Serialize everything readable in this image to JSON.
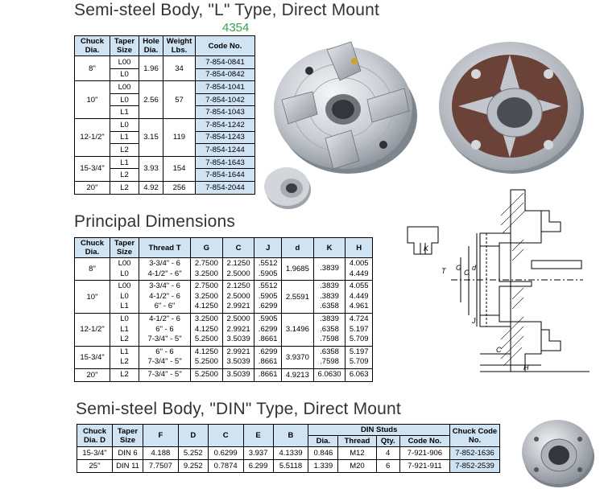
{
  "stamp": "4354",
  "section_l": {
    "title": "Semi-steel Body, \"L\" Type, Direct  Mount",
    "headers": [
      "Chuck Dia.",
      "Taper Size",
      "Hole Dia.",
      "Weight Lbs.",
      "Code No."
    ],
    "rows": [
      {
        "dia": "8\"",
        "tapers": [
          "L00",
          "L0"
        ],
        "hole": "1.96",
        "weight": "34",
        "codes": [
          "7-854-0841",
          "7-854-0842"
        ]
      },
      {
        "dia": "10\"",
        "tapers": [
          "L00",
          "L0",
          "L1"
        ],
        "hole": "2.56",
        "weight": "57",
        "codes": [
          "7-854-1041",
          "7-854-1042",
          "7-854-1043"
        ]
      },
      {
        "dia": "12-1/2\"",
        "tapers": [
          "L0",
          "L1",
          "L2"
        ],
        "hole": "3.15",
        "weight": "119",
        "codes": [
          "7-854-1242",
          "7-854-1243",
          "7-854-1244"
        ]
      },
      {
        "dia": "15-3/4\"",
        "tapers": [
          "L1",
          "L2"
        ],
        "hole": "3.93",
        "weight": "154",
        "codes": [
          "7-854-1643",
          "7-854-1644"
        ]
      },
      {
        "dia": "20\"",
        "tapers": [
          "L2"
        ],
        "hole": "4.92",
        "weight": "256",
        "codes": [
          "7-854-2044"
        ]
      }
    ]
  },
  "section_dims": {
    "title": "Principal Dimensions",
    "headers": [
      "Chuck Dia.",
      "Taper Size",
      "Thread T",
      "G",
      "C",
      "J",
      "d",
      "K",
      "H"
    ],
    "rows": [
      {
        "dia": "8\"",
        "tapers": [
          "L00",
          "L0"
        ],
        "thread": [
          "3-3/4\" - 6",
          "4-1/2\" - 6\""
        ],
        "g": [
          "2.7500",
          "3.2500"
        ],
        "c": [
          "2.1250",
          "2.5000"
        ],
        "j": [
          ".5512",
          ".5905"
        ],
        "d": "1.9685",
        "k": [
          ".3839"
        ],
        "h": [
          "4.005",
          "4.449"
        ]
      },
      {
        "dia": "10\"",
        "tapers": [
          "L00",
          "L0",
          "L1"
        ],
        "thread": [
          "3-3/4\" - 6",
          "4-1/2\" - 6",
          "6\" - 6\""
        ],
        "g": [
          "2.7500",
          "3.2500",
          "4.1250"
        ],
        "c": [
          "2.1250",
          "2.5000",
          "2.9921"
        ],
        "j": [
          ".5512",
          ".5905",
          ".6299"
        ],
        "d": "2.5591",
        "k": [
          ".3839",
          ".3839",
          ".6358"
        ],
        "h": [
          "4.055",
          "4.449",
          "4.961"
        ]
      },
      {
        "dia": "12-1/2\"",
        "tapers": [
          "L0",
          "L1",
          "L2"
        ],
        "thread": [
          "4-1/2\" - 6",
          "6\" - 6",
          "7-3/4\" - 5\""
        ],
        "g": [
          "3.2500",
          "4.1250",
          "5.2500"
        ],
        "c": [
          "2.5000",
          "2.9921",
          "3.5039"
        ],
        "j": [
          ".5905",
          ".6299",
          ".8661"
        ],
        "d": "3.1496",
        "k": [
          ".3839",
          ".6358",
          ".7598"
        ],
        "h": [
          "4.724",
          "5.197",
          "5.709"
        ]
      },
      {
        "dia": "15-3/4\"",
        "tapers": [
          "L1",
          "L2"
        ],
        "thread": [
          "6\" - 6",
          "7-3/4\" - 5\""
        ],
        "g": [
          "4.1250",
          "5.2500"
        ],
        "c": [
          "2.9921",
          "3.5039"
        ],
        "j": [
          ".6299",
          ".8661"
        ],
        "d": "3.9370",
        "k": [
          ".6358",
          ".7598"
        ],
        "h": [
          "5.197",
          "5.709"
        ]
      },
      {
        "dia": "20\"",
        "tapers": [
          "L2"
        ],
        "thread": [
          "7-3/4\" - 5\""
        ],
        "g": [
          "5.2500"
        ],
        "c": [
          "3.5039"
        ],
        "j": [
          ".8661"
        ],
        "d": "4.9213",
        "k": [
          "6.0630"
        ],
        "h": [
          "6.063"
        ]
      }
    ]
  },
  "section_din": {
    "title": "Semi-steel Body, \"DIN\" Type, Direct  Mount",
    "headers": {
      "dia": "Chuck Dia. D",
      "taper": "Taper Size",
      "f": "F",
      "d": "D",
      "c": "C",
      "e": "E",
      "b": "B",
      "studs": "DIN Studs",
      "studs_dia": "Dia.",
      "studs_thread": "Thread",
      "studs_qty": "Qty.",
      "studs_code": "Code No.",
      "chuck_code": "Chuck Code No."
    },
    "rows": [
      {
        "dia": "15-3/4\"",
        "taper": "DIN 6",
        "f": "4.188",
        "d": "5.252",
        "c": "0.6299",
        "e": "3.937",
        "b": "4.1339",
        "sdia": "0.846",
        "thread": "M12",
        "qty": "4",
        "scode": "7-921-906",
        "ccode": "7-852-1636"
      },
      {
        "dia": "25\"",
        "taper": "DIN 11",
        "f": "7.7507",
        "d": "9.252",
        "c": "0.7874",
        "e": "6.299",
        "b": "5.5118",
        "sdia": "1.339",
        "thread": "M20",
        "qty": "6",
        "scode": "7-921-911",
        "ccode": "7-852-2539"
      }
    ]
  },
  "diagram": {
    "labels": [
      "T",
      "G",
      "C",
      "d",
      "J",
      "K",
      "C",
      "H"
    ]
  }
}
